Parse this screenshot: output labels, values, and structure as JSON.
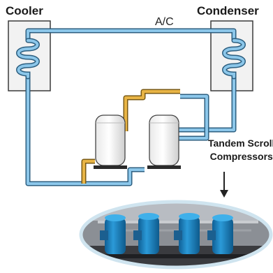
{
  "labels": {
    "cooler": "Cooler",
    "condenser": "Condenser",
    "ac": "A/C",
    "tandem_line1": "Tandem Scroll",
    "tandem_line2": "Compressors"
  },
  "colors": {
    "coil_blue": "#5ba7d6",
    "suction_yellow": "#e0a82e",
    "outline": "#3a3a3a",
    "box_fill": "#f2f2f2",
    "compressor_blue": "#1e86c8",
    "photo_frame": "#cfe4ef"
  },
  "icons": {
    "arrow": "down-arrow-icon"
  }
}
